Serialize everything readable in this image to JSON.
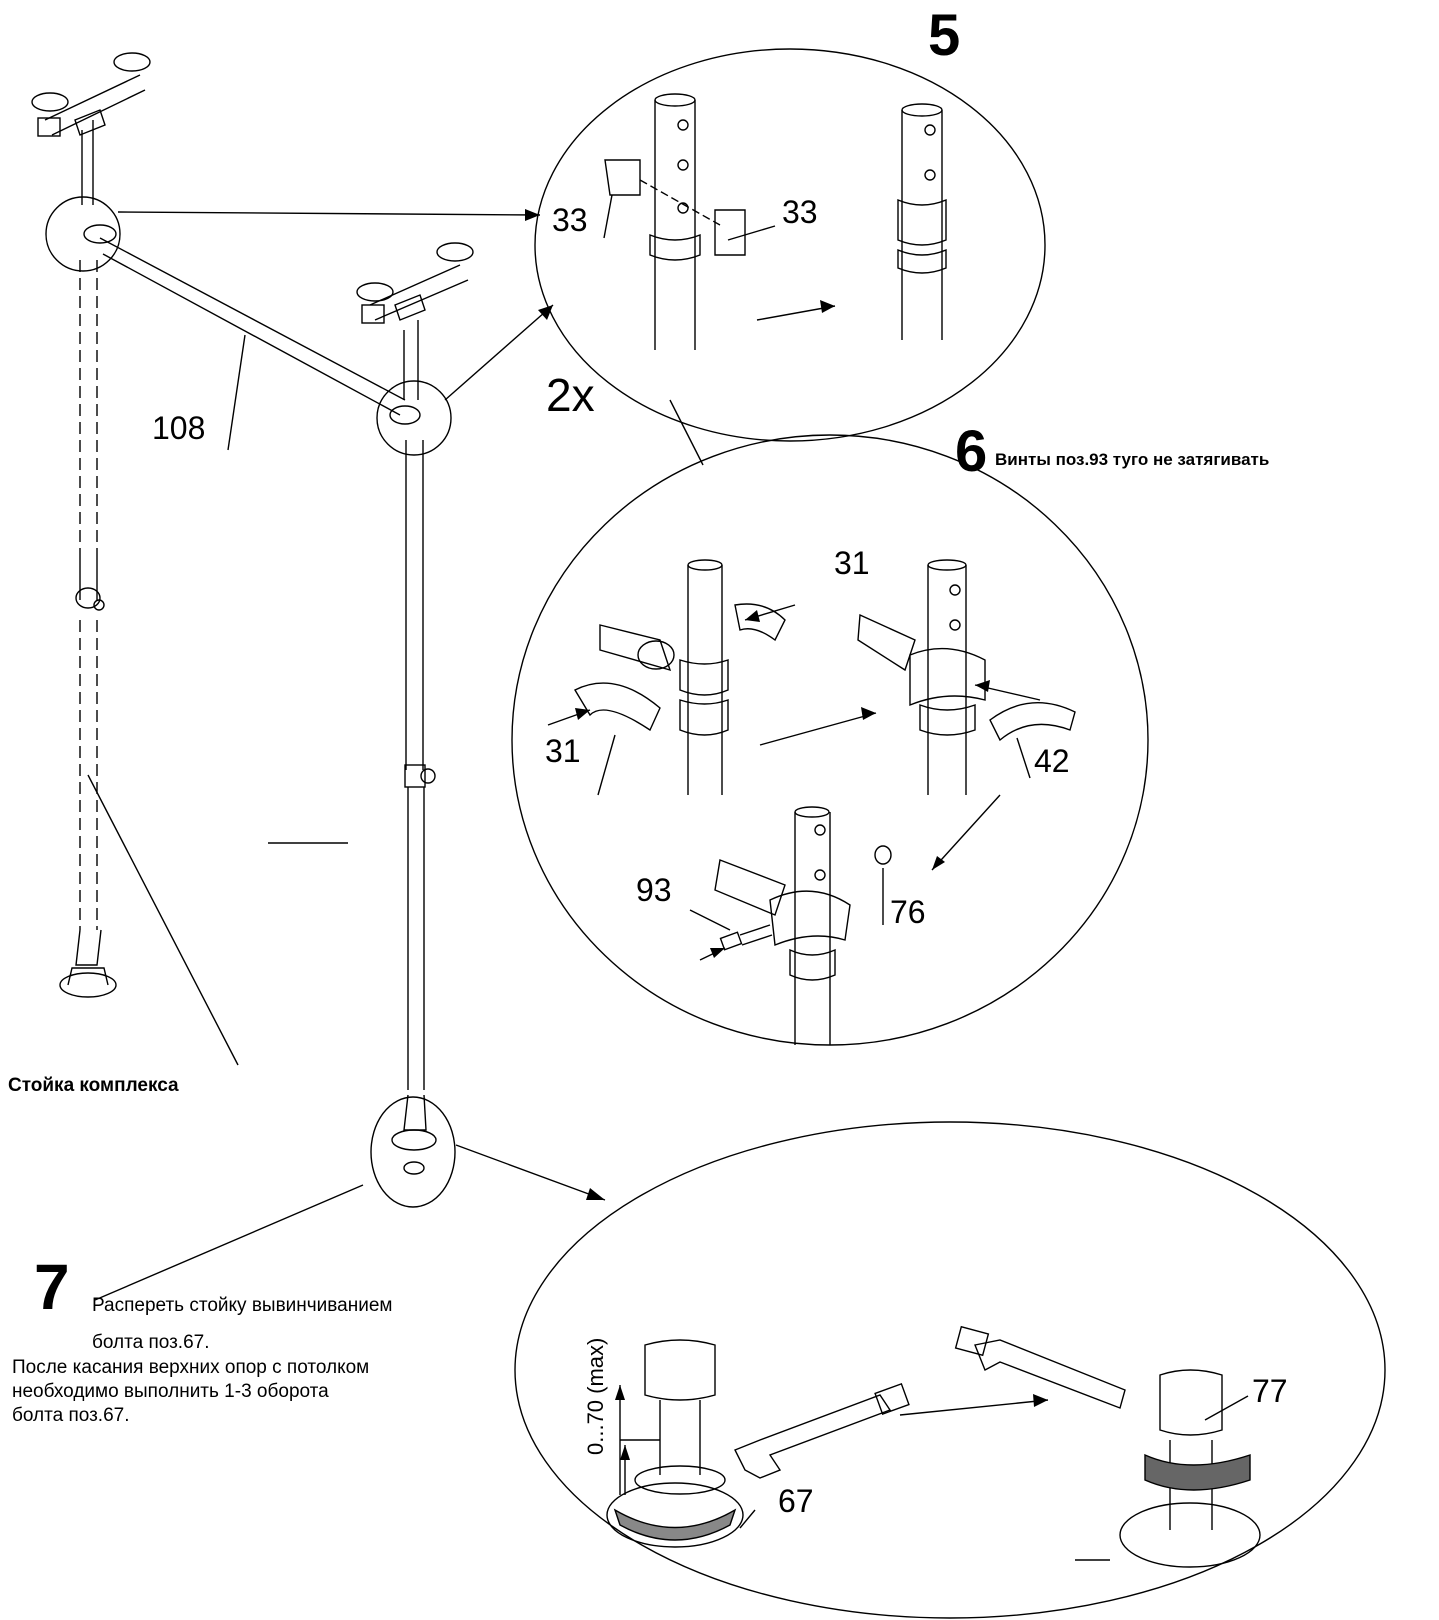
{
  "steps": {
    "s5": {
      "number": "5"
    },
    "s6": {
      "number": "6",
      "note": "Винты поз.93 туго не затягивать"
    },
    "s7": {
      "number": "7",
      "line1": "Распереть стойку вывинчиванием",
      "line2": "болта поз.67.",
      "line3": "После касания верхних опор с потолком",
      "line4": "необходимо выполнить 1-3 оборота",
      "line5": "болта поз.67."
    }
  },
  "labels": {
    "rack": "Стойка комплекса",
    "multiplier": "2x",
    "dimension": "0...70 (max)"
  },
  "callouts": {
    "p108": "108",
    "p33a": "33",
    "p33b": "33",
    "p31a": "31",
    "p31b": "31",
    "p42": "42",
    "p93": "93",
    "p76": "76",
    "p67": "67",
    "p77": "77"
  }
}
